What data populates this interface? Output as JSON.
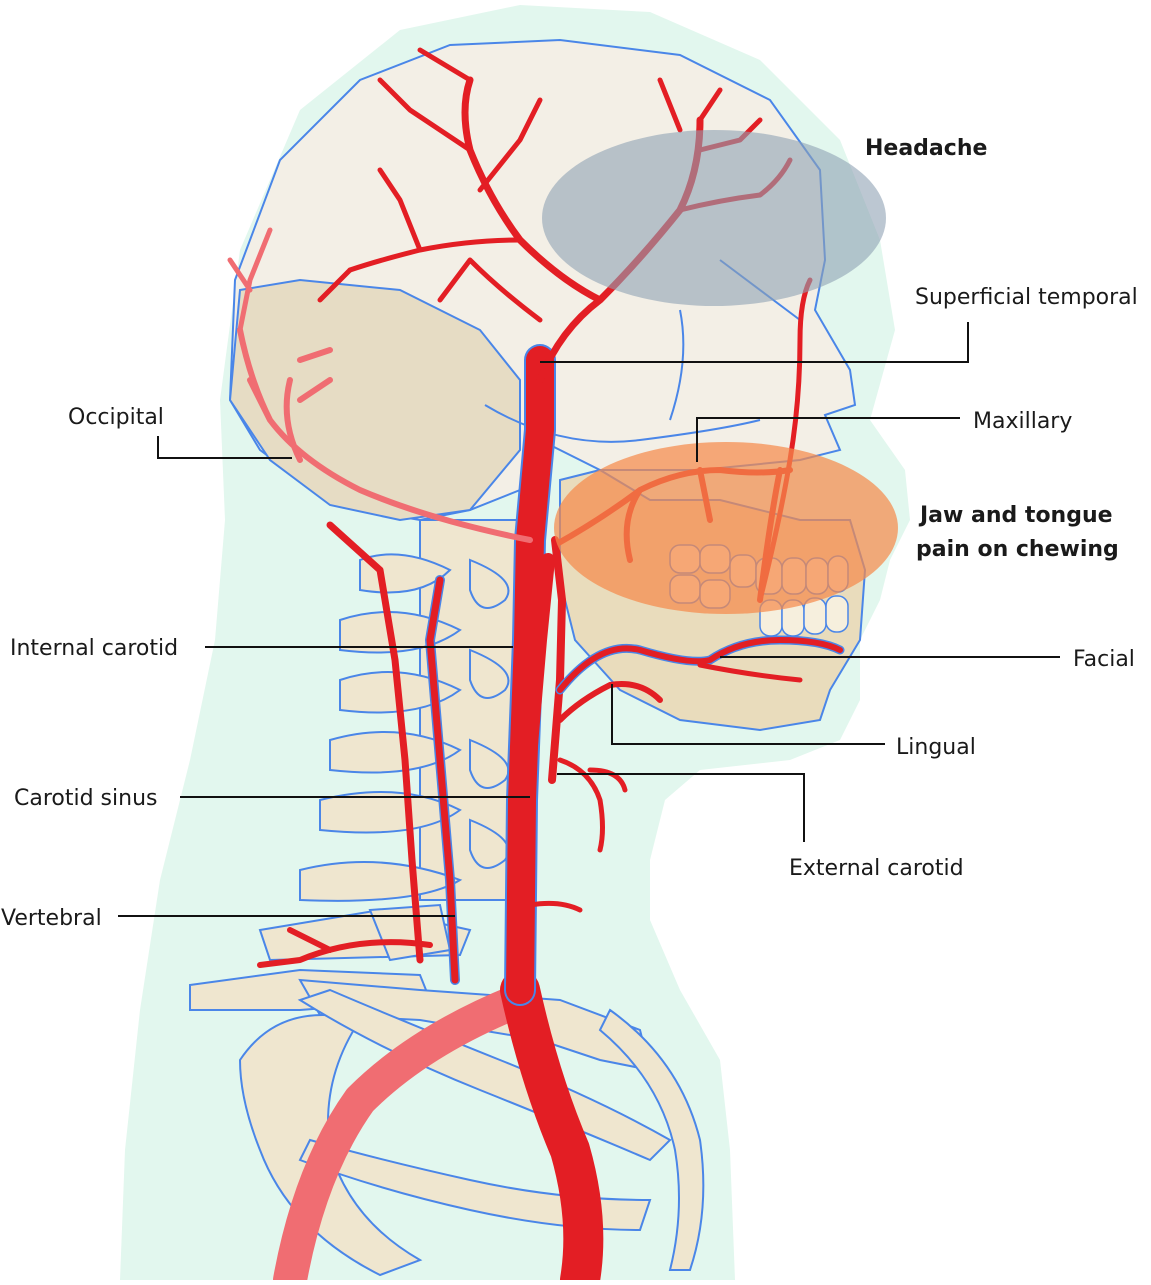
{
  "labels": {
    "headache": "Headache",
    "superficial_temporal": "Superficial temporal",
    "maxillary": "Maxillary",
    "jaw_line1": "Jaw and tongue",
    "jaw_line2": "pain on chewing",
    "facial": "Facial",
    "lingual": "Lingual",
    "external_carotid": "External carotid",
    "occipital": "Occipital",
    "internal_carotid": "Internal carotid",
    "carotid_sinus": "Carotid sinus",
    "vertebral": "Vertebral"
  },
  "colors": {
    "body_outline": "#e2f7ee",
    "skull": "#f3efe6",
    "bone": "#efe6cf",
    "artery": "#e31e24",
    "vessel_outline": "#4a86e8",
    "headache_zone": "#8fa2b4",
    "jaw_zone": "#f58b4c"
  }
}
